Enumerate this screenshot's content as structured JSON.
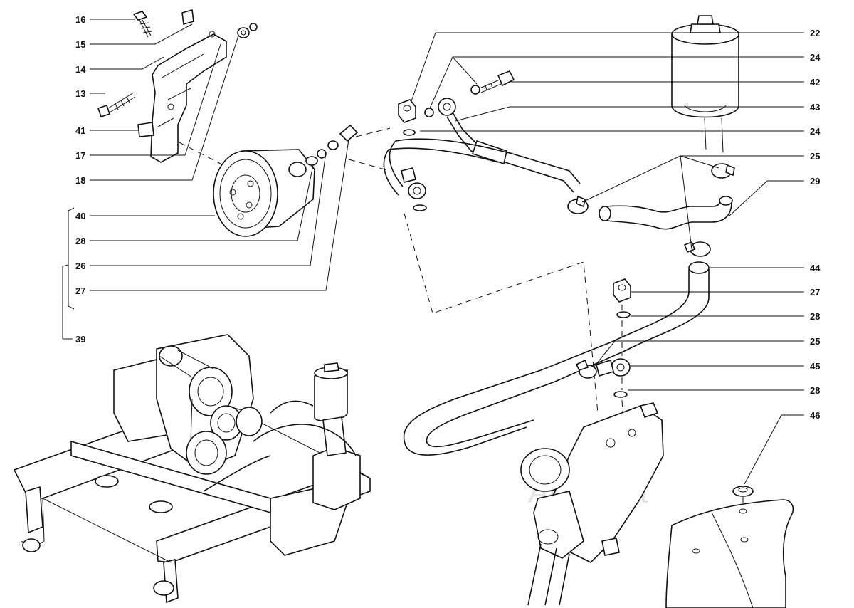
{
  "diagram": {
    "watermark": "AutoSoft",
    "left_labels": [
      "16",
      "15",
      "14",
      "13",
      "41",
      "17",
      "18",
      "40",
      "28",
      "26",
      "27",
      "39"
    ],
    "right_labels": [
      "22",
      "24",
      "42",
      "43",
      "24",
      "25",
      "29",
      "44",
      "27",
      "28",
      "25",
      "45",
      "28",
      "46"
    ]
  }
}
